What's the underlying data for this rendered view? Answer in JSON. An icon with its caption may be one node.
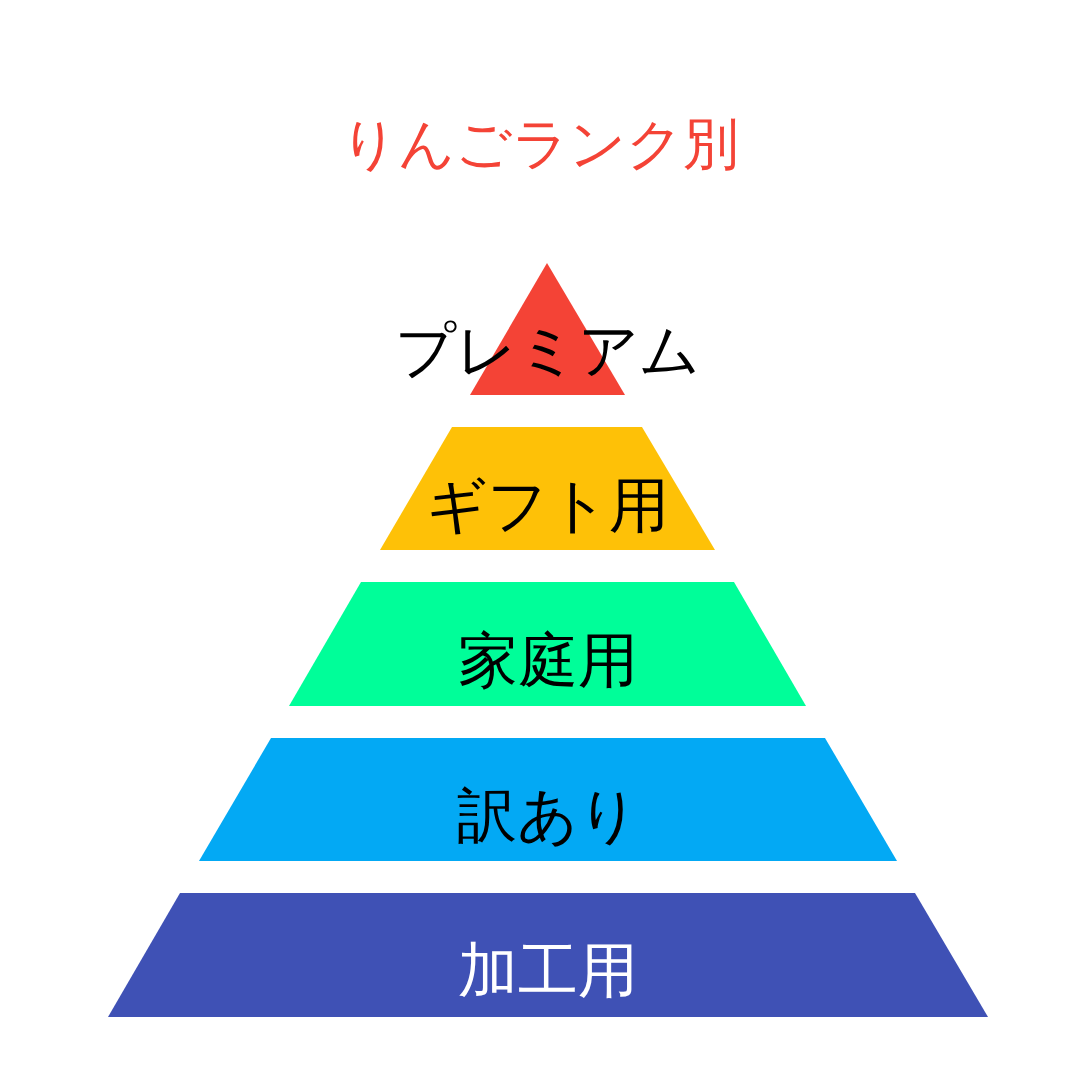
{
  "diagram": {
    "title": "りんごランク別",
    "nodes": [
      {
        "text": [
          "プレミアム"
        ]
      },
      {
        "text": [
          "ギフト用"
        ]
      },
      {
        "text": [
          "家庭用"
        ]
      },
      {
        "text": [
          "訳あり"
        ]
      },
      {
        "text": [
          "加工用"
        ]
      }
    ]
  }
}
